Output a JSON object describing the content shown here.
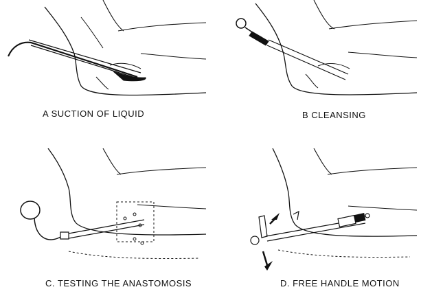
{
  "figure": {
    "panels": [
      {
        "id": "a",
        "caption": "A  SUCTION OF LIQUID"
      },
      {
        "id": "b",
        "caption": "B  CLEANSING"
      },
      {
        "id": "c",
        "caption": "C.  TESTING THE ANASTOMOSIS"
      },
      {
        "id": "d",
        "caption": "D.  FREE HANDLE MOTION"
      }
    ]
  }
}
